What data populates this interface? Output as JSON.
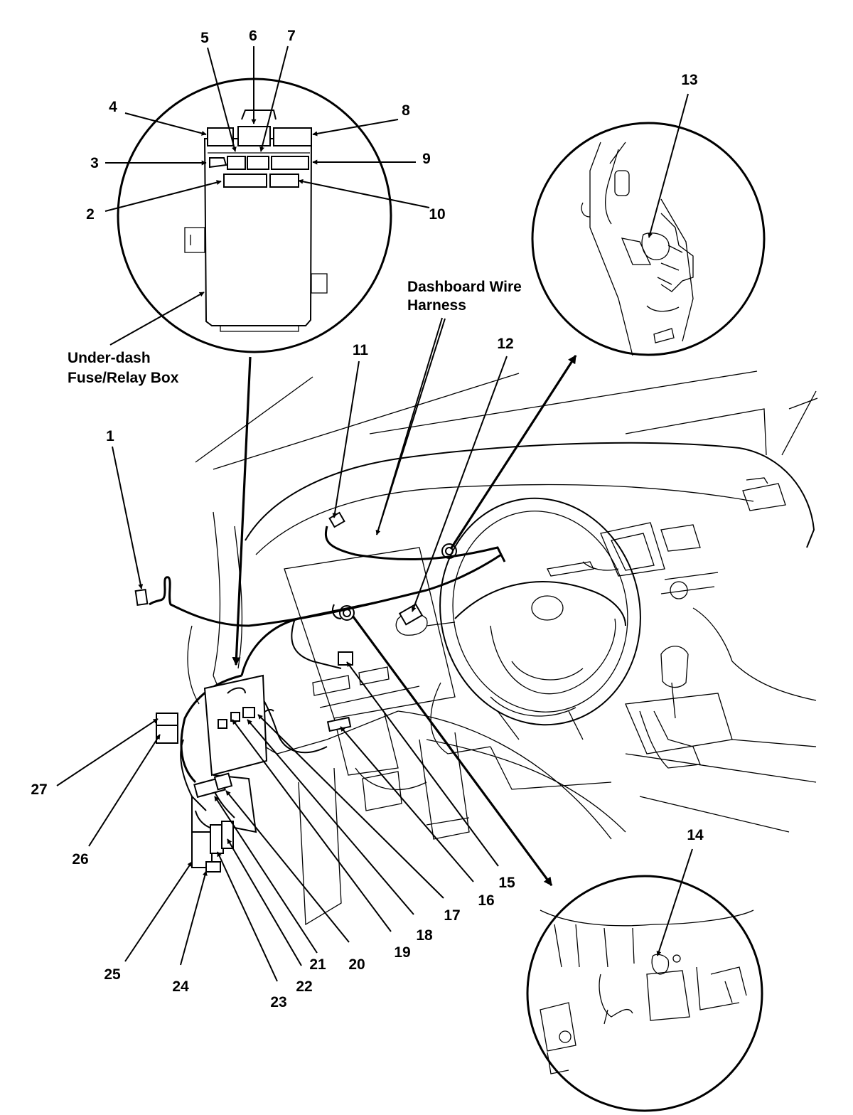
{
  "captions": {
    "fuse_box": [
      "Under-dash",
      "Fuse/Relay Box"
    ],
    "harness": [
      "Dashboard Wire",
      "Harness"
    ]
  },
  "labels": [
    "1",
    "2",
    "3",
    "4",
    "5",
    "6",
    "7",
    "8",
    "9",
    "10",
    "11",
    "12",
    "13",
    "14",
    "15",
    "16",
    "17",
    "18",
    "19",
    "20",
    "21",
    "22",
    "23",
    "24",
    "25",
    "26",
    "27"
  ]
}
